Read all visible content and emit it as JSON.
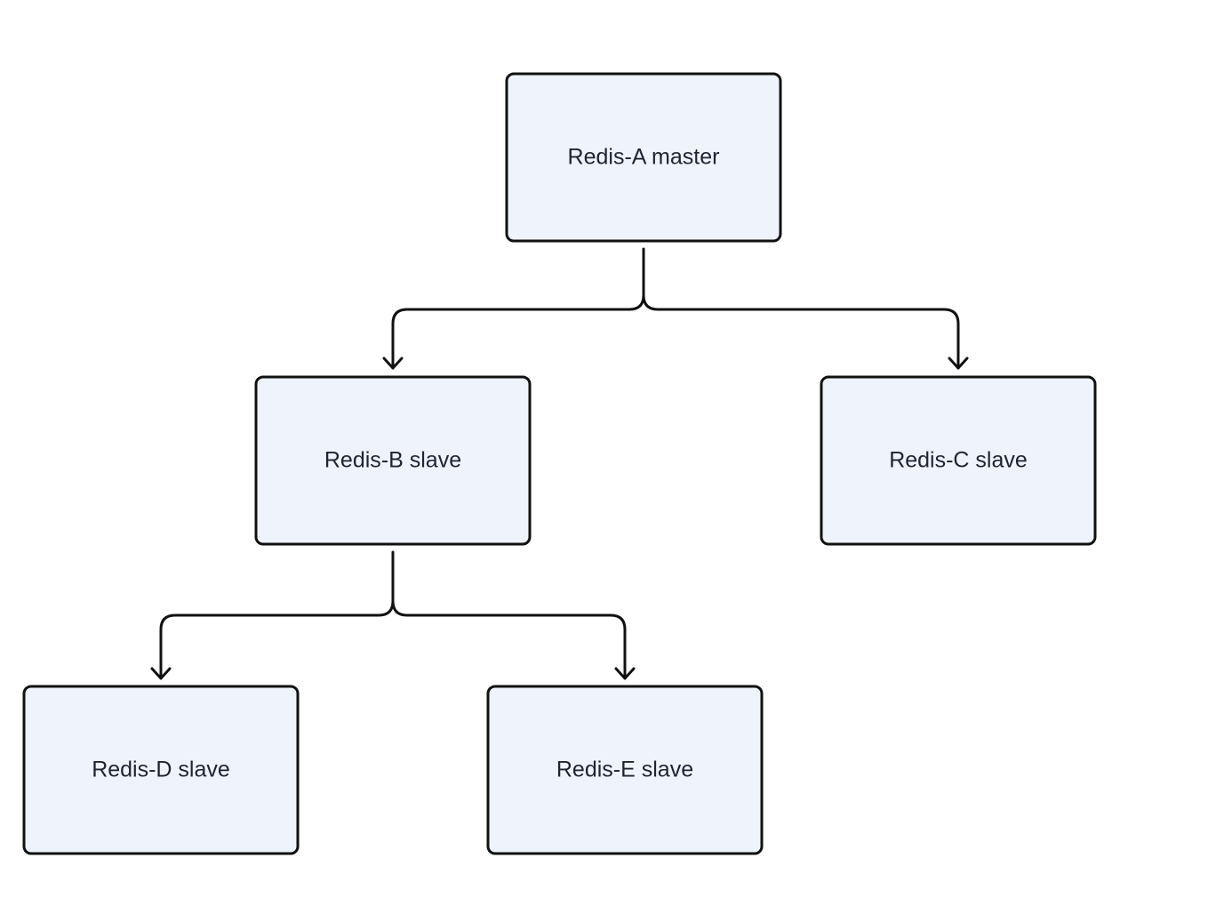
{
  "nodes": [
    {
      "id": "a",
      "label": "Redis-A master"
    },
    {
      "id": "b",
      "label": "Redis-B slave"
    },
    {
      "id": "c",
      "label": "Redis-C slave"
    },
    {
      "id": "d",
      "label": "Redis-D slave"
    },
    {
      "id": "e",
      "label": "Redis-E slave"
    }
  ],
  "edges": [
    {
      "from": "a",
      "to": "b"
    },
    {
      "from": "a",
      "to": "c"
    },
    {
      "from": "b",
      "to": "d"
    },
    {
      "from": "b",
      "to": "e"
    }
  ]
}
